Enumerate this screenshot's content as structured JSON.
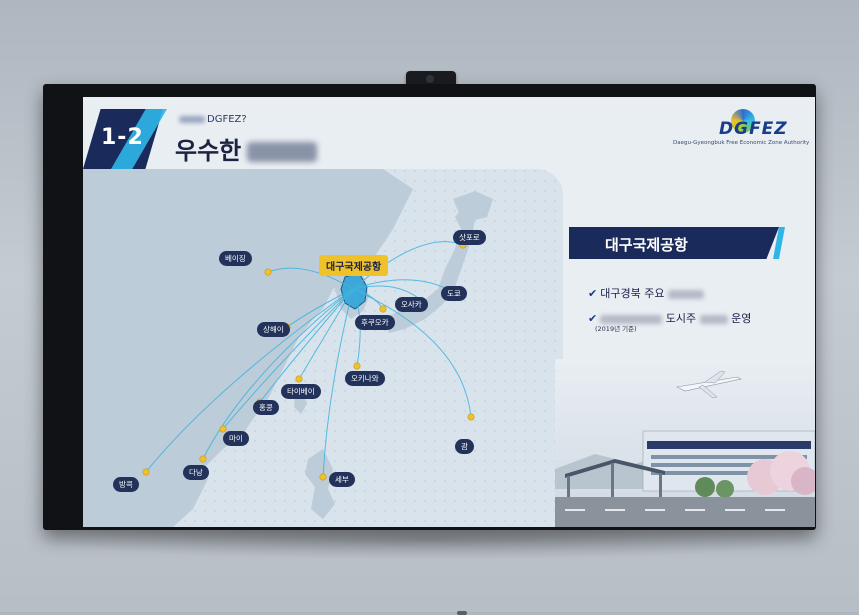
{
  "slide": {
    "badge": "1-2",
    "kicker": "DGFEZ?",
    "title": "우수한",
    "logo": "DGFEZ",
    "logo_sub": "Daegu-Gyeongbuk Free Economic Zone Authority"
  },
  "map": {
    "hub_label": "대구국제공항",
    "cities": {
      "beijing": "베이징",
      "sapporo": "삿포로",
      "tokyo": "도쿄",
      "osaka": "오사카",
      "kitakyushu": "후쿠오카",
      "shanghai": "상해이",
      "okinawa": "오키나와",
      "taipei": "타이베이",
      "hongkong": "홍콩",
      "macau": "마이",
      "guam": "괌",
      "bangkok": "방콕",
      "danang": "다낭",
      "cebu": "세부"
    }
  },
  "panel": {
    "heading": "대구국제공항",
    "bullet1": "대구경북 주요",
    "bullet2_mid": "도시주",
    "bullet2_end": "운영",
    "note": "(2019년 기준)"
  },
  "colors": {
    "navy": "#1a2a5a",
    "accent": "#2fb6e8",
    "highlight": "#f0c22a"
  }
}
